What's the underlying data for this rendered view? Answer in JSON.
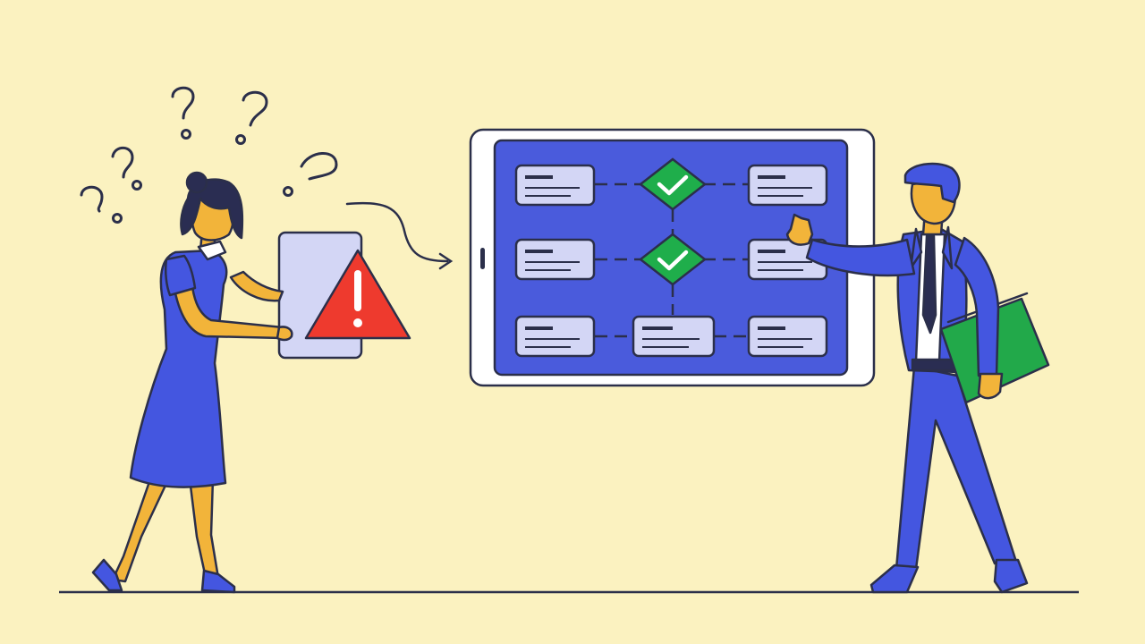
{
  "scene": {
    "description_free": true,
    "colors": {
      "background": "#FBF2C0",
      "outline": "#2B2F4A",
      "primary_blue": "#4456E0",
      "screen_blue": "#4A5BDC",
      "card_fill": "#D3D6F5",
      "check_green": "#1FAE4B",
      "warning_red": "#EE3A2E",
      "skin": "#F2B43A",
      "folder_green": "#22A94A",
      "device_white": "#FFFFFF",
      "hair": "#2A2D52"
    },
    "icons": [
      "question-mark-icon",
      "warning-triangle-icon",
      "check-diamond-icon",
      "arrow-icon"
    ],
    "flowchart": {
      "rows": 3,
      "columns": 3,
      "check_nodes": 2
    }
  }
}
